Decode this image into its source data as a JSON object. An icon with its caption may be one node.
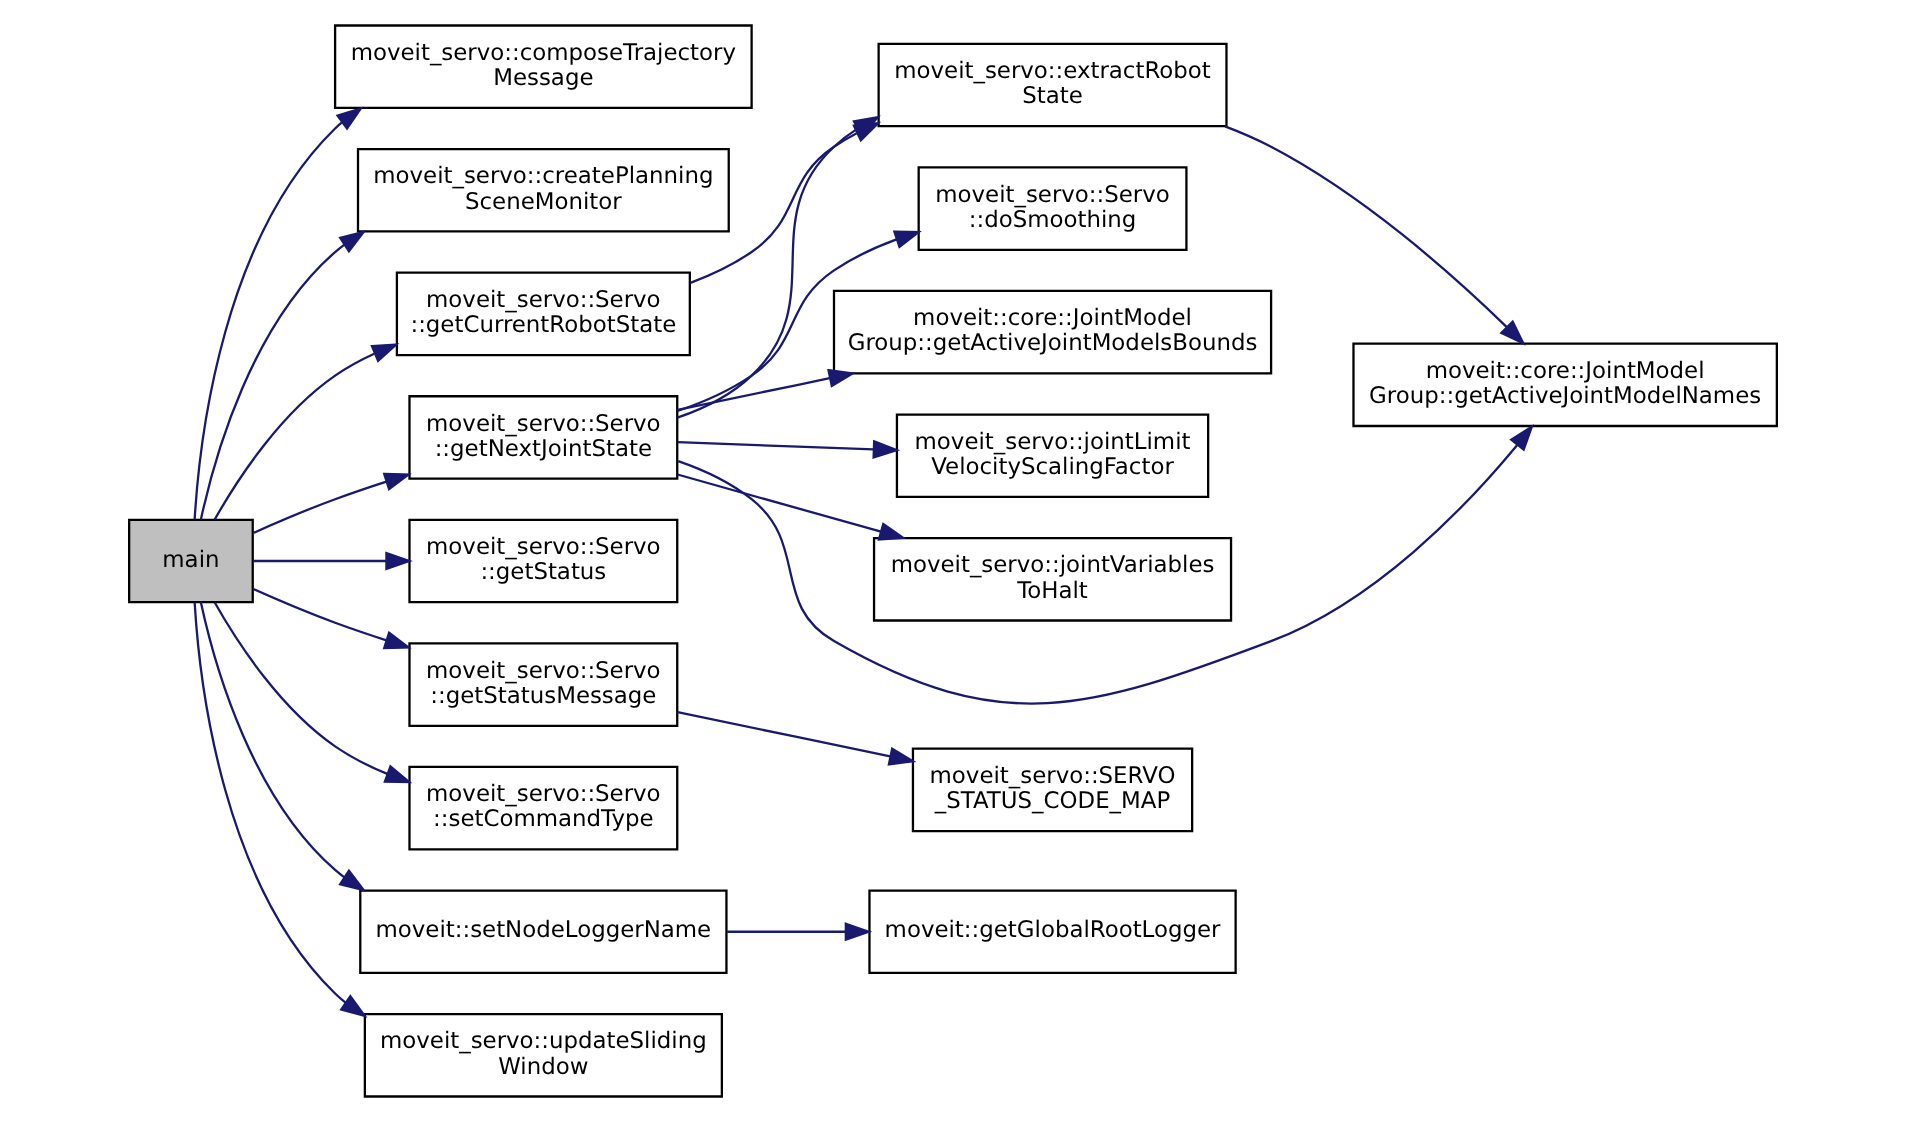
{
  "diagram": {
    "nodes": [
      {
        "text": [
          "main"
        ]
      },
      {
        "text": [
          "moveit_servo::composeTrajectory Message"
        ]
      },
      {
        "text": [
          "moveit_servo::createPlanning SceneMonitor"
        ]
      },
      {
        "text": [
          "moveit_servo::Servo ::getCurrentRobotState"
        ]
      },
      {
        "text": [
          "moveit_servo::Servo ::getNextJointState"
        ]
      },
      {
        "text": [
          "moveit_servo::Servo ::getStatus"
        ]
      },
      {
        "text": [
          "moveit_servo::Servo ::getStatusMessage"
        ]
      },
      {
        "text": [
          "moveit_servo::Servo ::setCommandType"
        ]
      },
      {
        "text": [
          "moveit::setNodeLoggerName"
        ]
      },
      {
        "text": [
          "moveit_servo::updateSliding Window"
        ]
      },
      {
        "text": [
          "moveit_servo::extractRobot State"
        ]
      },
      {
        "text": [
          "moveit_servo::Servo ::doSmoothing"
        ]
      },
      {
        "text": [
          "moveit::core::JointModel Group::getActiveJointModelsBounds"
        ]
      },
      {
        "text": [
          "moveit_servo::jointLimit VelocityScalingFactor"
        ]
      },
      {
        "text": [
          "moveit_servo::jointVariables ToHalt"
        ]
      },
      {
        "text": [
          "moveit_servo::SERVO _STATUS_CODE_MAP"
        ]
      },
      {
        "text": [
          "moveit::getGlobalRootLogger"
        ]
      },
      {
        "text": [
          "moveit::core::JointModel Group::getActiveJointModelNames"
        ]
      }
    ],
    "edges": [
      {
        "from": 0,
        "to": 1,
        "arrow": "to"
      },
      {
        "from": 0,
        "to": 2,
        "arrow": "to"
      },
      {
        "from": 0,
        "to": 3,
        "arrow": "to"
      },
      {
        "from": 0,
        "to": 4,
        "arrow": "to"
      },
      {
        "from": 0,
        "to": 5,
        "arrow": "to"
      },
      {
        "from": 0,
        "to": 6,
        "arrow": "to"
      },
      {
        "from": 0,
        "to": 7,
        "arrow": "to"
      },
      {
        "from": 0,
        "to": 8,
        "arrow": "to"
      },
      {
        "from": 0,
        "to": 9,
        "arrow": "to"
      },
      {
        "from": 3,
        "to": 10,
        "arrow": "to"
      },
      {
        "from": 10,
        "to": 17,
        "arrow": "to"
      },
      {
        "from": 4,
        "to": 10,
        "arrow": "to"
      },
      {
        "from": 4,
        "to": 17,
        "arrow": "to"
      },
      {
        "from": 4,
        "to": 11,
        "arrow": "to"
      },
      {
        "from": 4,
        "to": 12,
        "arrow": "to"
      },
      {
        "from": 4,
        "to": 13,
        "arrow": "to"
      },
      {
        "from": 4,
        "to": 14,
        "arrow": "to"
      },
      {
        "from": 6,
        "to": 15,
        "arrow": "to"
      },
      {
        "from": 8,
        "to": 16,
        "arrow": "to"
      }
    ]
  }
}
